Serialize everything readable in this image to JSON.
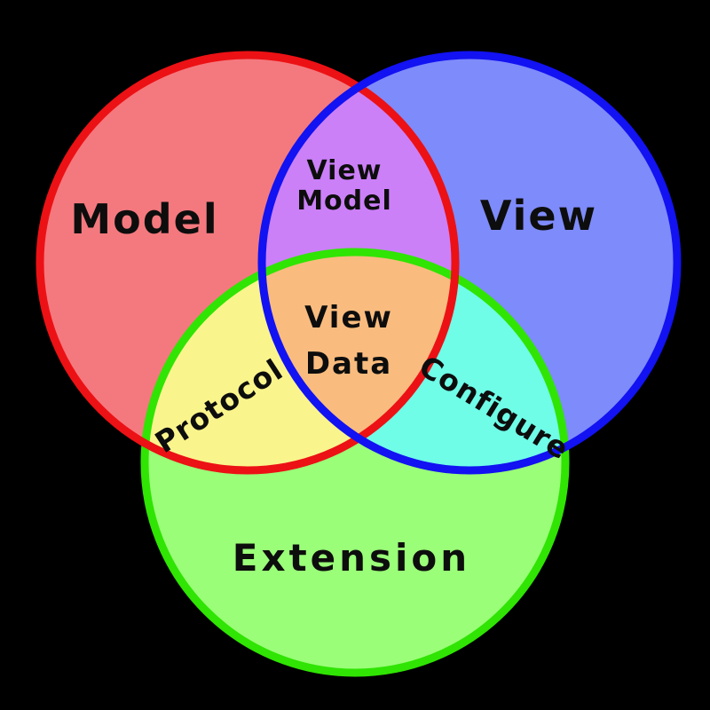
{
  "theme": {
    "background": "#000000",
    "text_color": "#0d0d0d"
  },
  "sets": {
    "model": {
      "label": "Model",
      "fill": "#f4797e",
      "stroke": "#ec1115"
    },
    "view": {
      "label": "View",
      "fill": "#7e8bfa",
      "stroke": "#1212f2"
    },
    "extension": {
      "label": "Extension",
      "fill": "#9afe78",
      "stroke": "#30e404"
    }
  },
  "overlaps": {
    "view_model": {
      "line1": "View",
      "line2": "Model",
      "fill": "#cb80f8"
    },
    "protocol": {
      "label": "Protocol",
      "fill": "#faf48c"
    },
    "configure": {
      "label": "Configure",
      "fill": "#6ffde8"
    },
    "view_data": {
      "line1": "View",
      "line2": "Data",
      "fill": "#f9bc7e"
    }
  }
}
